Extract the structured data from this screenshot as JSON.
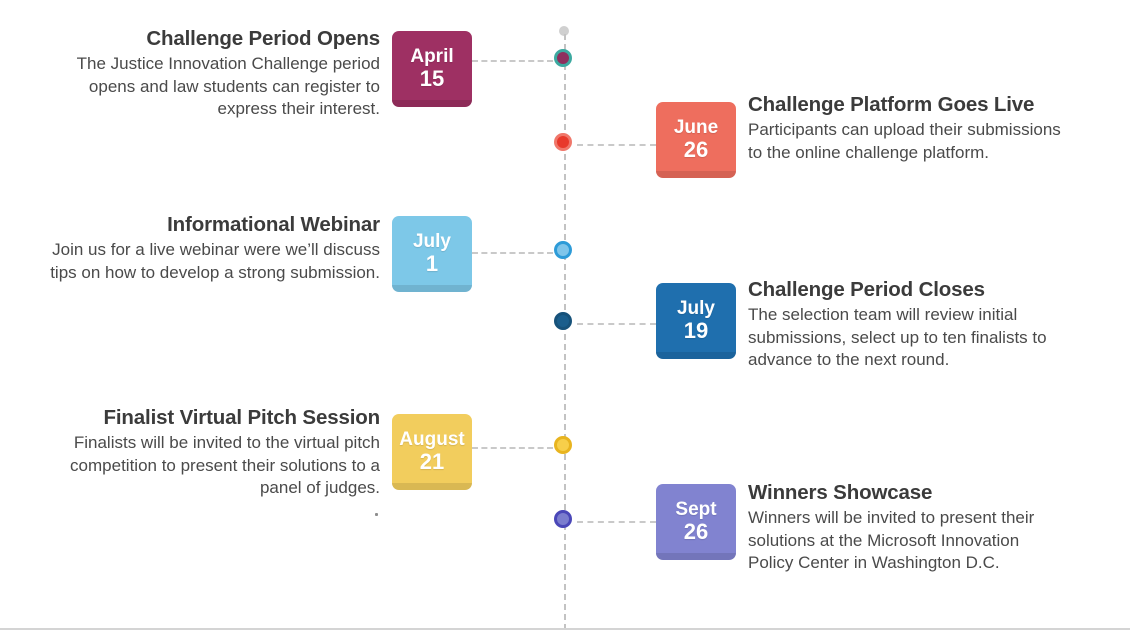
{
  "diagram": {
    "type": "vertical-timeline",
    "axis_color": "#c3c3c3",
    "connector_color": "#c9c9c9",
    "title_color": "#3b3b3b",
    "body_color": "#4a4a4a"
  },
  "entries": [
    {
      "id": "challenge-period-opens",
      "side": "left",
      "month": "April",
      "day": "15",
      "title": "Challenge Period Opens",
      "description": "The Justice Innovation Challenge period opens and law students can register to express their interest.",
      "card_color": "#9E3063",
      "dot_fill": "#8E2F5E",
      "dot_ring": "#3CA9A0"
    },
    {
      "id": "challenge-platform-goes-live",
      "side": "right",
      "month": "June",
      "day": "26",
      "title": "Challenge Platform Goes Live",
      "description": "Participants can upload their submissions to the online challenge platform.",
      "card_color": "#EE6E5E",
      "dot_fill": "#E8392B",
      "dot_ring": "#F0776A"
    },
    {
      "id": "informational-webinar",
      "side": "left",
      "month": "July",
      "day": "1",
      "title": "Informational Webinar",
      "description": "Join us for a live webinar were we’ll discuss tips on how to develop a strong submission.",
      "card_color": "#7DC8E8",
      "dot_fill": "#7FC5EA",
      "dot_ring": "#2D9BD8"
    },
    {
      "id": "challenge-period-closes",
      "side": "right",
      "month": "July",
      "day": "19",
      "title": "Challenge Period Closes",
      "description": "The selection team will review initial submissions, select up to ten finalists to advance to the next round.",
      "card_color": "#1F6FAE",
      "dot_fill": "#1B5E8C",
      "dot_ring": "#17527A"
    },
    {
      "id": "finalist-virtual-pitch-session",
      "side": "left",
      "month": "August",
      "day": "21",
      "title": "Finalist Virtual Pitch Session",
      "description": "Finalists will be invited to the virtual pitch competition to present their solutions to a panel of judges.",
      "card_color": "#F2CD5D",
      "dot_fill": "#F7CF4A",
      "dot_ring": "#E8B41F"
    },
    {
      "id": "winners-showcase",
      "side": "right",
      "month": "Sept",
      "day": "26",
      "title": "Winners Showcase",
      "description": "Winners will be invited to present their solutions at the Microsoft Innovation Policy Center in Washington D.C.",
      "card_color": "#8183D0",
      "dot_fill": "#7B7DCE",
      "dot_ring": "#4A47B8"
    }
  ]
}
